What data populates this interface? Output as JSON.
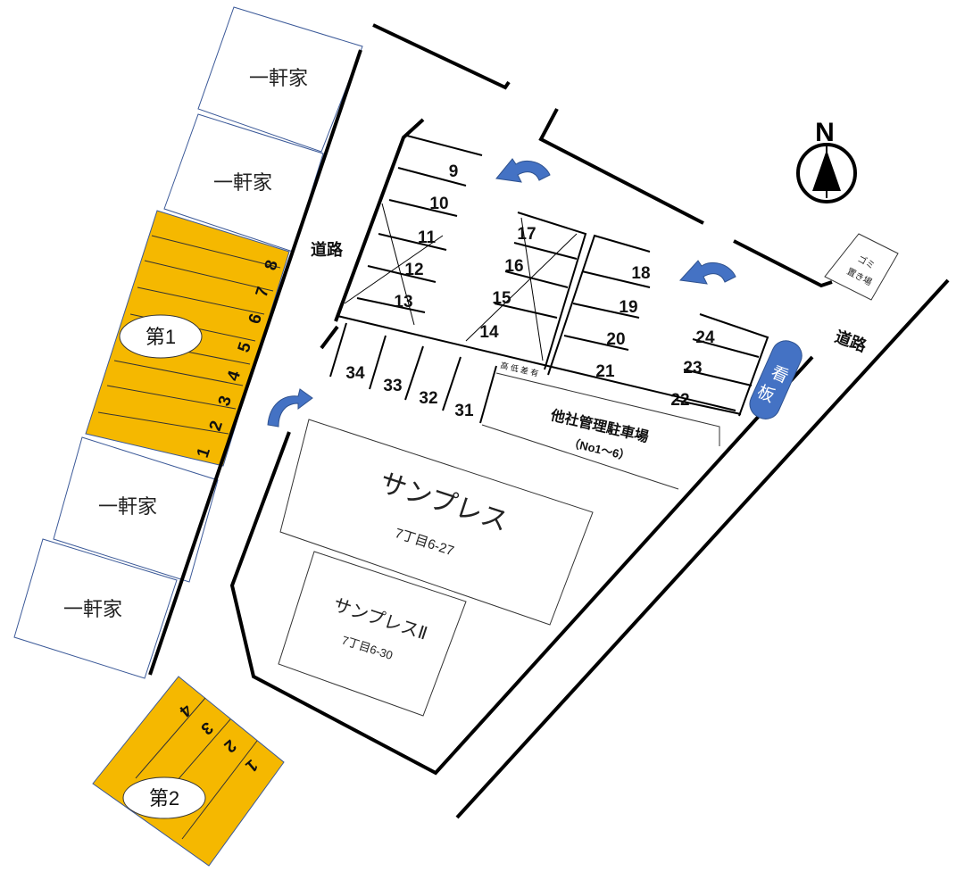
{
  "compass": {
    "north_label": "N",
    "icon": "north-arrow-icon"
  },
  "roads": {
    "west_label": "道路",
    "east_label": "道路"
  },
  "houses": [
    {
      "label": "一軒家"
    },
    {
      "label": "一軒家"
    },
    {
      "label": "一軒家"
    },
    {
      "label": "一軒家"
    }
  ],
  "lot1": {
    "label": "第1",
    "color": "#F5B800",
    "spaces": [
      "1",
      "2",
      "3",
      "4",
      "5",
      "6",
      "7",
      "8"
    ]
  },
  "lot2": {
    "label": "第2",
    "color": "#F5B800",
    "spaces": [
      "1",
      "2",
      "3",
      "4"
    ]
  },
  "main_lot": {
    "spaces_north": [
      "9",
      "10",
      "11",
      "12",
      "13"
    ],
    "spaces_middle": [
      "17",
      "16",
      "15",
      "14"
    ],
    "spaces_east_mid": [
      "18",
      "19",
      "20",
      "21"
    ],
    "spaces_east": [
      "24",
      "23",
      "22"
    ],
    "spaces_south": [
      "34",
      "33",
      "32",
      "31"
    ],
    "height_note": "高 低 差 有"
  },
  "other_lot": {
    "label": "他社管理駐車場",
    "sub": "（No1～6）"
  },
  "buildings": [
    {
      "name": "サンプレス",
      "address": "7丁目6-27"
    },
    {
      "name": "サンプレスⅡ",
      "address": "7丁目6-30"
    }
  ],
  "garbage": {
    "label_line1": "ゴミ",
    "label_line2": "置き場"
  },
  "signboard": {
    "label": "看板",
    "color": "#4472C4"
  },
  "arrows": {
    "color": "#4472C4",
    "icon": "curved-arrow-icon"
  }
}
